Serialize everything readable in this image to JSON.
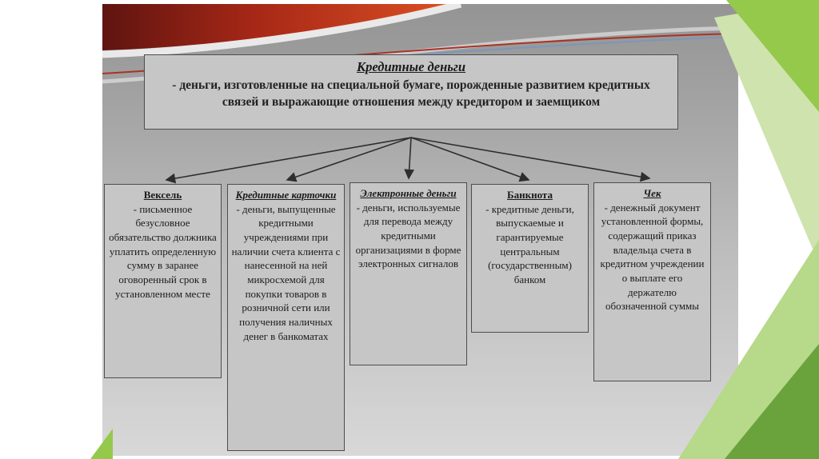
{
  "slide": {
    "main_box": {
      "title": "Кредитные деньги",
      "definition": "- деньги, изготовленные на специальной бумаге, порожденные развитием кредитных связей и выражающие отношения между кредитором и заемщиком"
    },
    "branches": [
      {
        "title": "Вексель",
        "text": "- письменное безусловное обязательство должника уплатить определенную сумму в заранее оговоренный срок в установленном месте"
      },
      {
        "title": "Кредитные карточки",
        "text": "- деньги, выпущенные кредитными учреждениями при наличии счета клиента с нанесенной на ней микросхемой для покупки товаров в розничной сети или получения наличных денег в банкоматах"
      },
      {
        "title": "Электронные деньги",
        "text": "- деньги, используемые для перевода между кредитными организациями в форме электронных сигналов"
      },
      {
        "title": "Банкнота",
        "text": "- кредитные деньги, выпускаемые и гарантируемые центральным (государственным) банком"
      },
      {
        "title": "Чек",
        "text": "- денежный документ установленной формы, содержащий приказ владельца счета в кредитном учреждении о выплате его держателю обозначенной суммы"
      }
    ]
  },
  "colors": {
    "box_background": "#c6c6c6",
    "box_border": "#4d4d4d",
    "accent_dark_red": "#5f1410",
    "accent_orange": "#d94f23",
    "accent_red_line": "#a93226",
    "accent_blue_line": "#7d96b8",
    "green_light": "#cfe3ae",
    "green_mid": "#94c94c",
    "green_soft": "#b6d98a",
    "green_dark": "#6aa23c"
  }
}
